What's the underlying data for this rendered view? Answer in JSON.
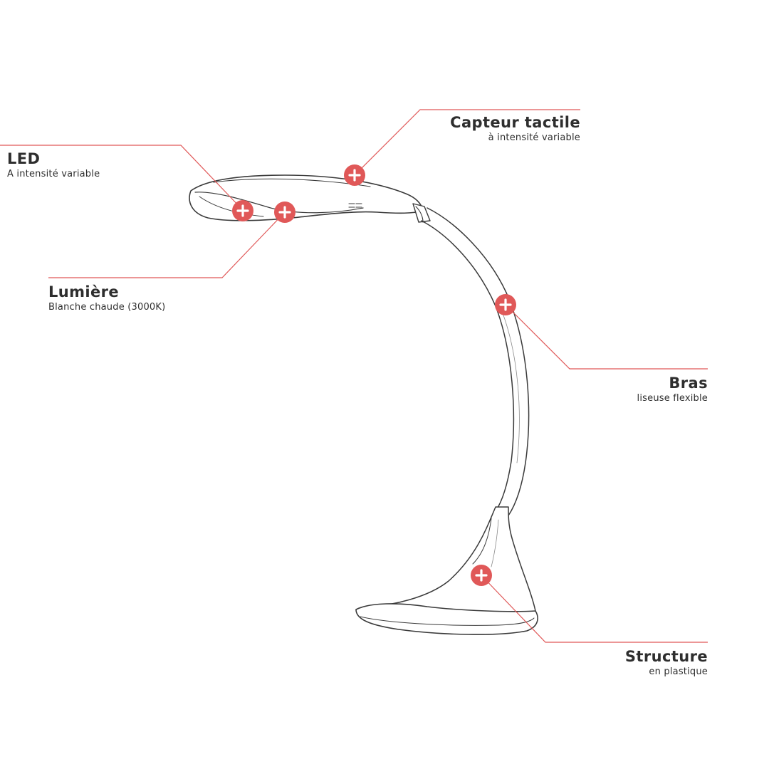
{
  "colors": {
    "accent": "#e05858",
    "line": "#e05858",
    "sketch": "#3a3a3a",
    "text": "#2e2e2e"
  },
  "callouts": {
    "led": {
      "title": "LED",
      "subtitle": "A intensité variable"
    },
    "lumiere": {
      "title": "Lumière",
      "subtitle": "Blanche chaude (3000K)"
    },
    "capteur": {
      "title": "Capteur tactile",
      "subtitle": "à intensité variable"
    },
    "bras": {
      "title": "Bras",
      "subtitle": "liseuse flexible"
    },
    "structure": {
      "title": "Structure",
      "subtitle": "en plastique"
    }
  },
  "hotspot_icon": "plus-icon"
}
